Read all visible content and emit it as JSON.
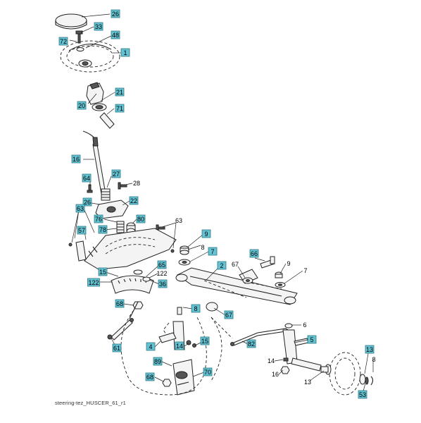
{
  "caption": "steering-tez_HUSCER_61_r1",
  "callout_color": "#64c2d3",
  "callouts": [
    "26",
    "33",
    "72",
    "48",
    "1",
    "21",
    "20",
    "71",
    "16",
    "64",
    "27",
    "28",
    "26",
    "22",
    "63",
    "76",
    "80",
    "57",
    "78",
    "63",
    "9",
    "8",
    "7",
    "66",
    "67",
    "9",
    "7",
    "2",
    "65",
    "122",
    "15",
    "122",
    "36",
    "68",
    "8",
    "67",
    "6",
    "61",
    "82",
    "4",
    "14",
    "15",
    "5",
    "89",
    "70",
    "68",
    "14",
    "16",
    "13",
    "13",
    "8",
    "53"
  ]
}
